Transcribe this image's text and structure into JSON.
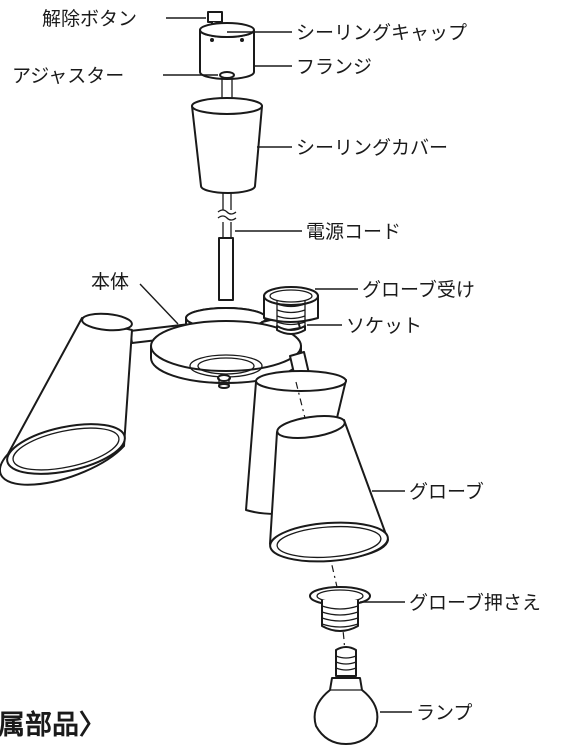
{
  "labels": {
    "release_button": "解除ボタン",
    "ceiling_cap": "シーリングキャップ",
    "flange": "フランジ",
    "adjuster": "アジャスター",
    "ceiling_cover": "シーリングカバー",
    "power_cord": "電源コード",
    "main_body": "本体",
    "globe_holder": "グローブ受け",
    "socket": "ソケット",
    "globe": "グローブ",
    "globe_retainer": "グローブ押さえ",
    "lamp": "ランプ"
  },
  "heading": "属部品〉"
}
